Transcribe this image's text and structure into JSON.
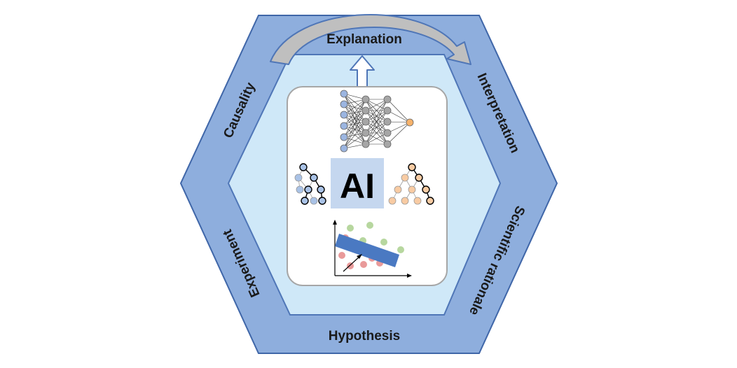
{
  "diagram": {
    "center_label": "AI",
    "hexagon_labels": {
      "top": "Explanation",
      "upper_right": "Interpretation",
      "lower_right": "Scientific rationale",
      "bottom": "Hypothesis",
      "lower_left": "Experiment",
      "upper_left": "Causality"
    },
    "icons": [
      "neural-network-icon",
      "blue-tree-icon",
      "orange-tree-icon",
      "regression-plot-icon",
      "up-arrow-icon",
      "curved-arrow-icon"
    ],
    "colors": {
      "outer_hexagon": "#8eaedd",
      "outer_border": "#3f66a8",
      "inner_hexagon": "#cfe8f8",
      "inner_border": "#4f76b7",
      "ai_box": "#c5d7ef",
      "nn_input_nodes": "#9bb5e0",
      "nn_hidden_nodes": "#a6a6a6",
      "nn_output_node": "#f6b26b",
      "tree_blue": "#a9c2e6",
      "tree_orange": "#f8cba3",
      "scatter_green": "#b7d79f",
      "scatter_red": "#e99a9a",
      "regression_band": "#4a79c2"
    }
  }
}
